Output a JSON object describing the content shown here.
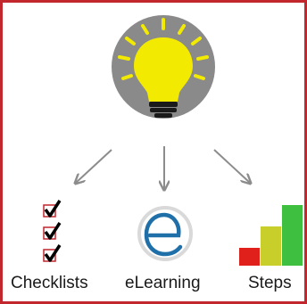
{
  "labels": {
    "checklists": "Checklists",
    "elearning": "eLearning",
    "steps": "Steps"
  },
  "icons": {
    "top": "lightbulb-icon",
    "left": "checklist-icon",
    "middle": "elearning-e-icon",
    "right": "bar-steps-icon"
  },
  "colors": {
    "frame_border": "#c1272d",
    "bulb_circle": "#8a8a8a",
    "bulb_yellow": "#f2ea00",
    "bulb_base": "#1a1a1a",
    "arrow": "#8c8c8c",
    "check_box": "#c1272d",
    "check_mark": "#000000",
    "e_circle": "#d9d9d9",
    "e_letter": "#1f6fa8",
    "step_red": "#e0201b",
    "step_yellow": "#c9cf2a",
    "step_green": "#3fbf40"
  }
}
